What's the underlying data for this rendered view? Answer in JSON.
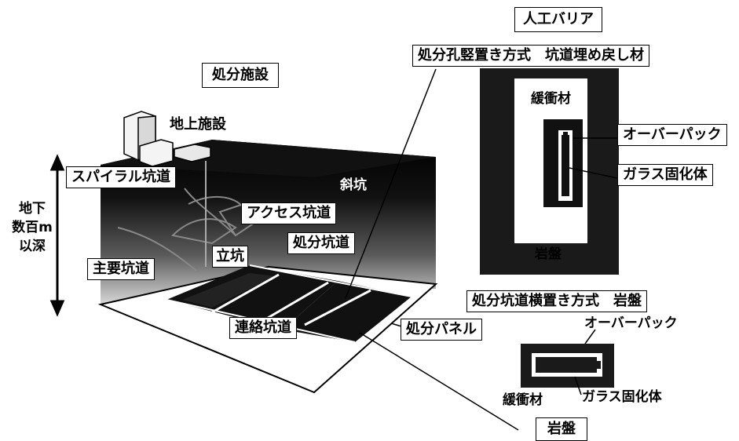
{
  "facility": {
    "title": "処分施設",
    "surface_facility": "地上施設",
    "spiral_tunnel": "スパイラル坑道",
    "inclined_shaft": "斜坑",
    "access_tunnel": "アクセス坑道",
    "vertical_shaft": "立坑",
    "disposal_tunnel": "処分坑道",
    "main_tunnel": "主要坑道",
    "connecting_tunnel": "連絡坑道",
    "disposal_panel": "処分パネル"
  },
  "depth": {
    "line1": "地下",
    "line2": "数百m",
    "line3": "以深"
  },
  "barrier": {
    "title": "人工バリア",
    "vertical": {
      "title": "処分孔竪置き方式　坑道埋め戻し材",
      "buffer": "緩衝材",
      "overpack": "オーバーパック",
      "glass": "ガラス固化体",
      "rock": "岩盤"
    },
    "horizontal": {
      "title": "処分坑道横置き方式　岩盤",
      "overpack": "オーバーパック",
      "buffer": "緩衝材",
      "glass": "ガラス固化体"
    }
  },
  "bottom_rock": "岩盤"
}
